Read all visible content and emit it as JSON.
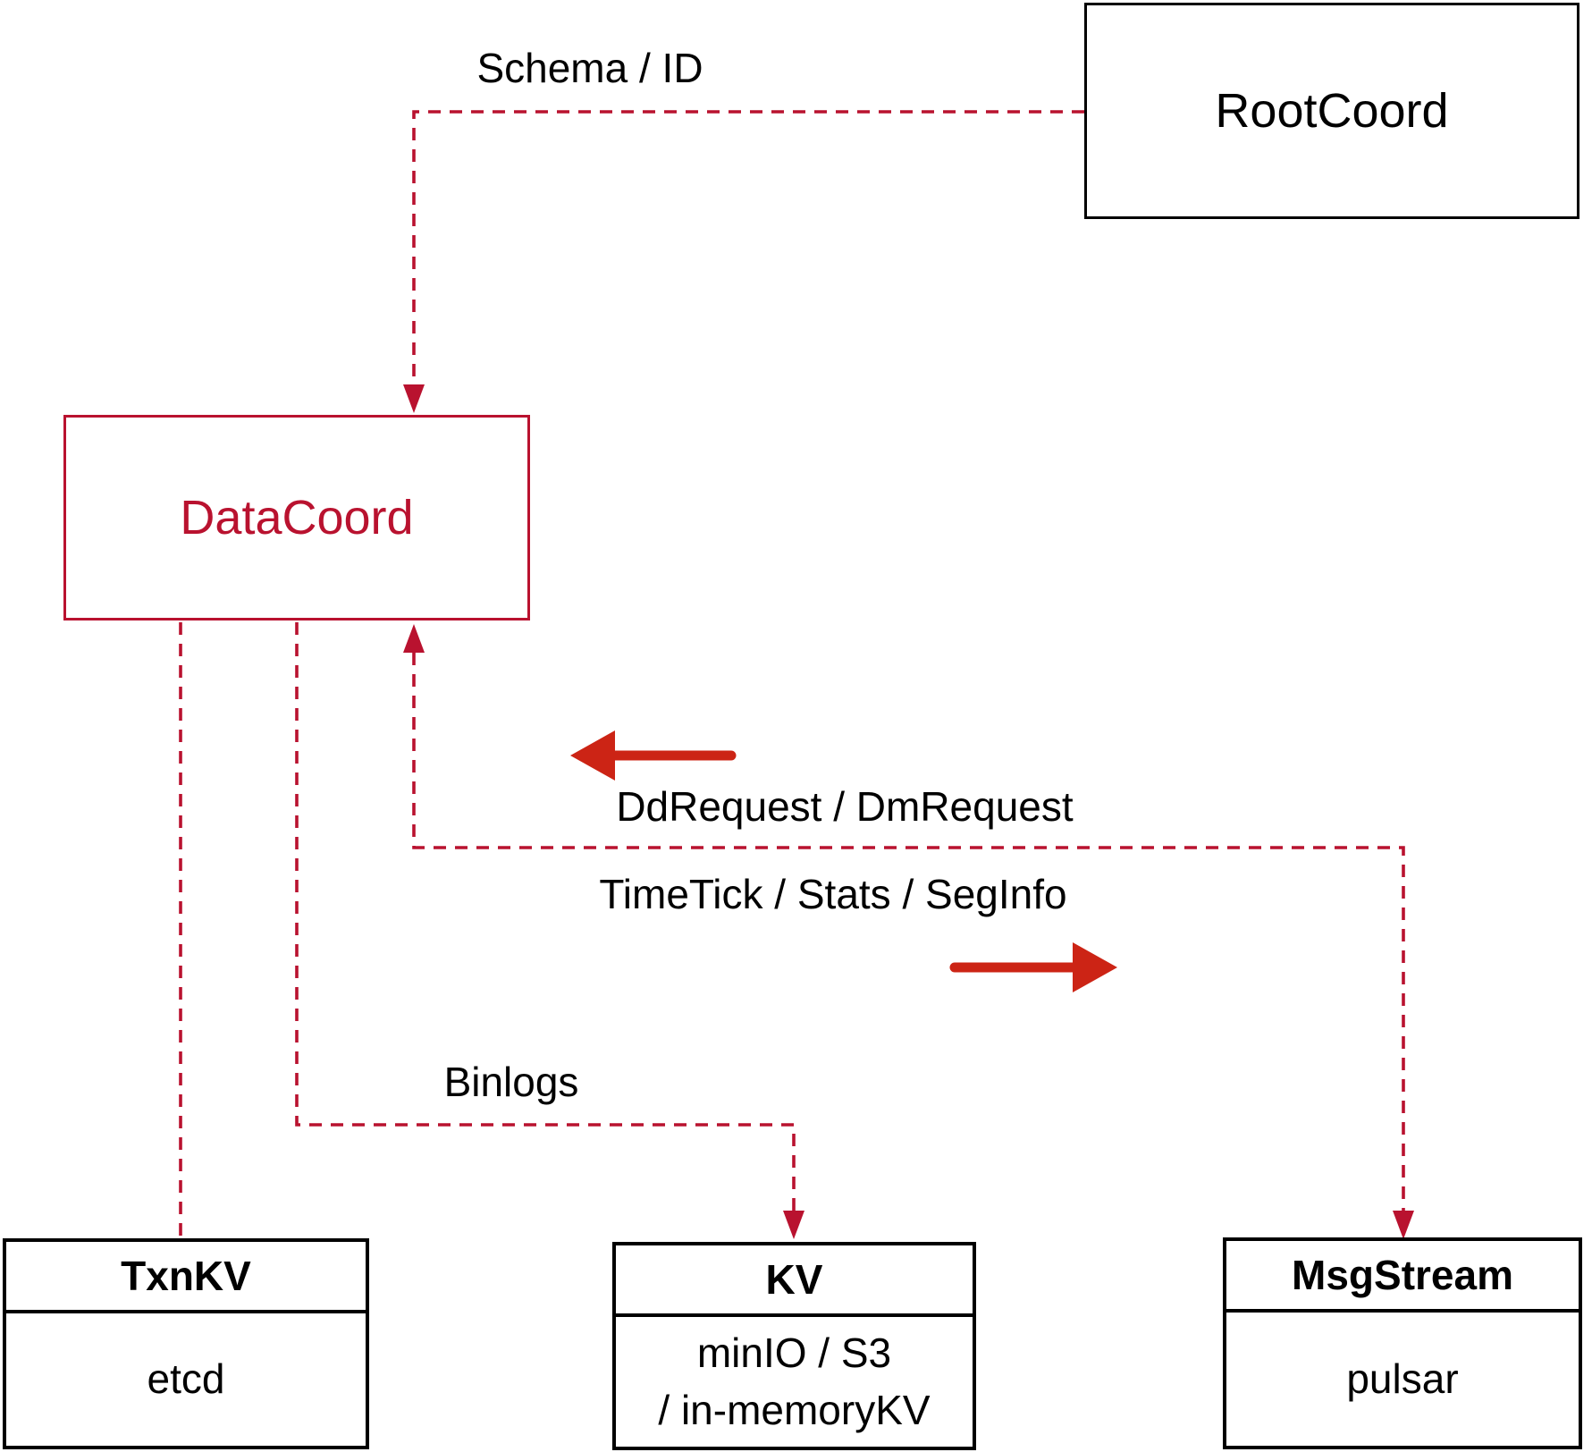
{
  "diagram": {
    "nodes": {
      "rootcoord": {
        "label": "RootCoord"
      },
      "datacoord": {
        "label": "DataCoord"
      },
      "txnkv": {
        "title": "TxnKV",
        "body": "etcd"
      },
      "kv": {
        "title": "KV",
        "body_line1": "minIO / S3",
        "body_line2": "/ in-memoryKV"
      },
      "msgstream": {
        "title": "MsgStream",
        "body": "pulsar"
      }
    },
    "edge_labels": {
      "schema_id": "Schema / ID",
      "dd_request": "DdRequest / DmRequest",
      "time_tick": "TimeTick / Stats / SegInfo",
      "binlogs": "Binlogs"
    },
    "colors": {
      "dashed_line": "#b9122f",
      "solid_arrow": "#cc2415",
      "box_border": "#000000",
      "datacoord_accent": "#b9122f"
    }
  }
}
